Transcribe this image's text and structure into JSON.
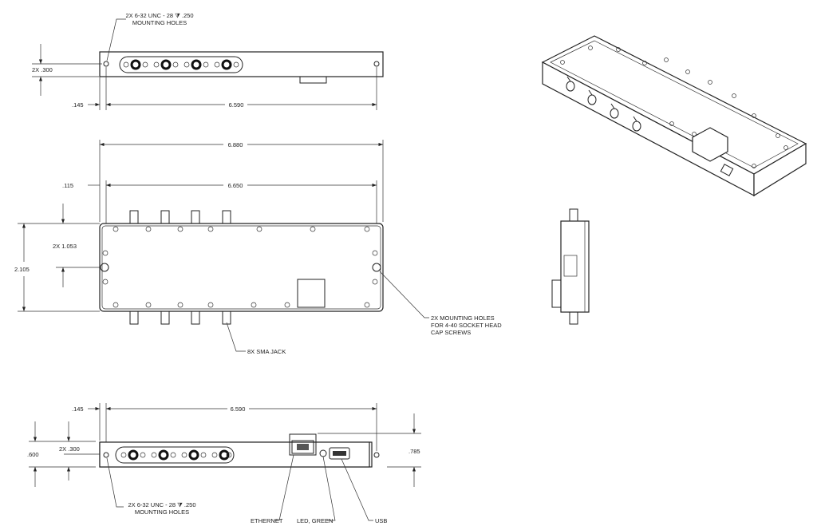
{
  "top_view": {
    "hole_callout_line1": "2X 6-32 UNC - 28 ⧩ .250",
    "hole_callout_line2": "MOUNTING HOLES",
    "dim_height": "2X .300",
    "dim_offset": ".145",
    "dim_hole_spacing": "6.590"
  },
  "plan_view": {
    "dim_overall_length": "6.880",
    "dim_offset": ".115",
    "dim_hole_spacing": "6.650",
    "dim_overall_width": "2.105",
    "dim_half_width": "2X 1.053",
    "sma_callout": "8X SMA JACK",
    "mount_callout_line1": "2X MOUNTING HOLES",
    "mount_callout_line2": "FOR 4-40 SOCKET HEAD",
    "mount_callout_line3": "CAP SCREWS"
  },
  "front_view": {
    "dim_offset": ".145",
    "dim_hole_spacing": "6.590",
    "dim_height": ".600",
    "dim_hole_height": "2X .300",
    "dim_overall_height": ".785",
    "hole_callout_line1": "2X 6-32 UNC - 28 ⧩ .250",
    "hole_callout_line2": "MOUNTING HOLES",
    "label_ethernet": "ETHERNET",
    "label_led": "LED, GREEN",
    "label_usb": "USB"
  }
}
